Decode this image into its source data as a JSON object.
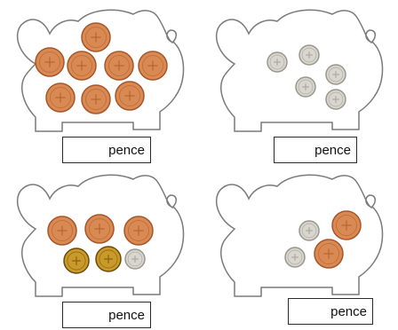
{
  "colors": {
    "outline": "#7a7a7a",
    "copper": "#d98a52",
    "copper_dark": "#a9552a",
    "silver": "#d9d6cf",
    "silver_dark": "#9a968c",
    "gold": "#c99a2a",
    "gold_dark": "#6b4a08"
  },
  "pigs": [
    {
      "unit": "pence",
      "coins": [
        "copper",
        "copper",
        "copper",
        "copper",
        "copper",
        "copper",
        "copper",
        "copper"
      ]
    },
    {
      "unit": "pence",
      "coins": [
        "silver",
        "silver",
        "silver",
        "silver",
        "silver"
      ]
    },
    {
      "unit": "pence",
      "coins": [
        "copper",
        "copper",
        "copper",
        "gold",
        "gold",
        "silver"
      ]
    },
    {
      "unit": "pence",
      "coins": [
        "silver",
        "copper",
        "silver",
        "copper"
      ]
    }
  ]
}
